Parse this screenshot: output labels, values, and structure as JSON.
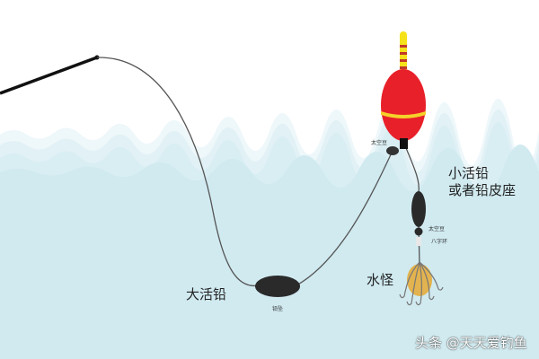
{
  "labels": {
    "big_sliding_sinker": "大活铅",
    "small_sliding_sinker_line1": "小活铅",
    "small_sliding_sinker_line2": "或者铅皮座",
    "hook_rig": "水怪",
    "space_bean_top": "太空豆",
    "space_bean_bottom": "太空豆",
    "swivel": "八字环",
    "sinker": "铅坠"
  },
  "watermark": "头条 @天天爱钓鱼",
  "colors": {
    "water": "#d3ecf1",
    "float_body": "#e8202a",
    "float_band": "#f5d22a",
    "antenna_stripe": "#c0392b",
    "sinker": "#2a2a2a",
    "hook_bait": "#e3b34f"
  }
}
